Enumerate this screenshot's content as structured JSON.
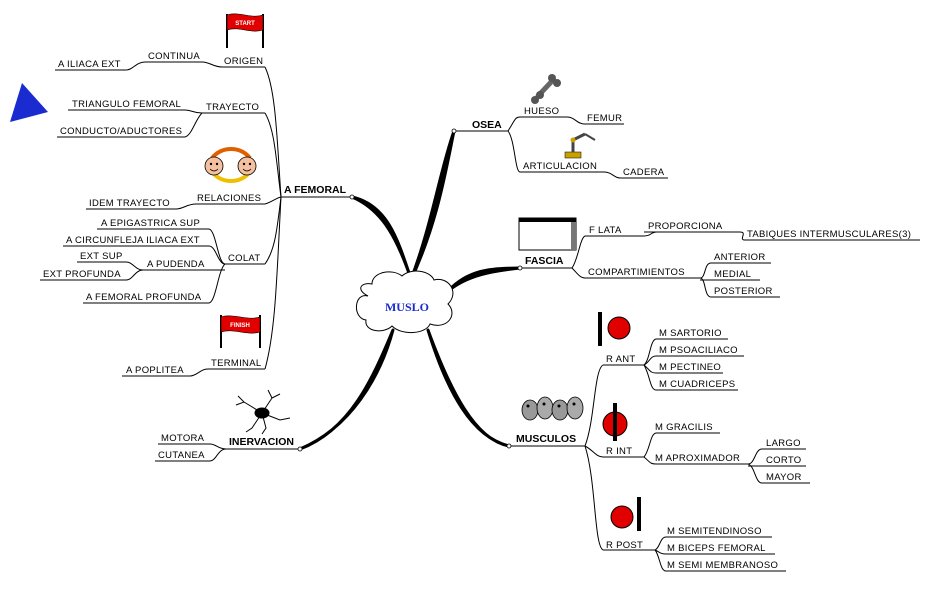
{
  "center": "MUSLO",
  "femoral": {
    "title": "A FEMORAL",
    "origen": "ORIGEN",
    "origen_flag": "START",
    "continua": "CONTINUA",
    "iliaca_ext": "A ILIACA EXT",
    "trayecto": "TRAYECTO",
    "triangulo": "TRIANGULO FEMORAL",
    "conducto": "CONDUCTO/ADUCTORES",
    "relaciones": "RELACIONES",
    "idem": "IDEM TRAYECTO",
    "colat": "COLAT",
    "epigastrica": "A EPIGASTRICA SUP",
    "circunfleja": "A CIRCUNFLEJA ILIACA EXT",
    "pudenda": "A PUDENDA",
    "ext_sup": "EXT SUP",
    "ext_profunda": "EXT PROFUNDA",
    "femoral_profunda": "A FEMORAL PROFUNDA",
    "terminal": "TERMINAL",
    "terminal_flag": "FINISH",
    "poplitea": "A POPLITEA"
  },
  "inervacion": {
    "title": "INERVACION",
    "motora": "MOTORA",
    "cutanea": "CUTANEA"
  },
  "osea": {
    "title": "OSEA",
    "hueso": "HUESO",
    "femur": "FEMUR",
    "articulacion": "ARTICULACION",
    "cadera": "CADERA"
  },
  "fascia": {
    "title": "FASCIA",
    "f_lata": "F LATA",
    "proporciona": "PROPORCIONA",
    "tabiques": "TABIQUES INTERMUSCULARES(3)",
    "compartimientos": "COMPARTIMIENTOS",
    "anterior": "ANTERIOR",
    "medial": "MEDIAL",
    "posterior": "POSTERIOR"
  },
  "musculos": {
    "title": "MUSCULOS",
    "r_ant": "R ANT",
    "sartorio": "M SARTORIO",
    "psoas": "M PSOACILIACO",
    "pectineo": "M PECTINEO",
    "cuadriceps": "M CUADRICEPS",
    "r_int": "R INT",
    "gracilis": "M GRACILIS",
    "aproximador": "M APROXIMADOR",
    "largo": "LARGO",
    "corto": "CORTO",
    "mayor": "MAYOR",
    "r_post": "R POST",
    "semitendinoso": "M SEMITENDINOSO",
    "biceps": "M BICEPS FEMORAL",
    "semimembranoso": "M SEMI MEMBRANOSO"
  },
  "colors": {
    "center_text": "#1a2bd0",
    "corner_triangle": "#1a2bd0",
    "red_icon": "#e00000"
  },
  "icons": [
    "start-flag-icon",
    "finish-flag-icon",
    "relations-arrows-icon",
    "nerve-icon",
    "bone-icon",
    "joint-icon",
    "fascia-box-icon",
    "muscles-icon",
    "red-button-icon",
    "blue-triangle-icon"
  ]
}
